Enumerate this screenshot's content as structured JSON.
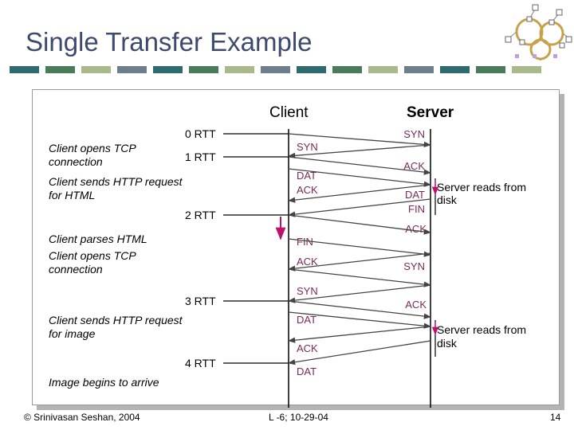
{
  "slide": {
    "title": "Single Transfer Example",
    "page_number": "14"
  },
  "footer": {
    "left": "© Srinivasan Seshan, 2004",
    "center": "L -6; 10-29-04"
  },
  "colors": {
    "title": "#3d4a6b",
    "colorbar": [
      "#2e6b6e",
      "#4a7c5c",
      "#aab98a",
      "#6d7f8c",
      "#2e6b6e",
      "#4a7c5c",
      "#aab98a",
      "#6d7f8c",
      "#2e6b6e",
      "#4a7c5c",
      "#aab98a",
      "#6d7f8c",
      "#2e6b6e",
      "#4a7c5c",
      "#aab98a"
    ],
    "message_label": "#7a2a5a",
    "arrow": "#444444",
    "wait_arrow": "#c0106a"
  },
  "diagram": {
    "client_heading": "Client",
    "server_heading": "Server",
    "rtt_labels": [
      "0 RTT",
      "1 RTT",
      "2 RTT",
      "3 RTT",
      "4 RTT"
    ],
    "client_notes": [
      [
        "Client opens TCP",
        "connection"
      ],
      [
        "Client sends HTTP request",
        "for HTML"
      ],
      [
        "Client parses HTML",
        "Client opens TCP",
        "connection"
      ],
      [
        "Client sends HTTP request",
        "for image"
      ],
      [
        "Image begins to arrive"
      ]
    ],
    "server_notes": [
      [
        "Server reads from",
        "disk"
      ],
      [
        "Server reads from",
        "disk"
      ]
    ],
    "client_side_labels": [
      "SYN",
      "DAT",
      "ACK",
      "FIN",
      "ACK",
      "SYN",
      "DAT",
      "ACK",
      "DAT"
    ],
    "server_side_labels": [
      "SYN",
      "ACK",
      "DAT",
      "FIN",
      "ACK",
      "SYN",
      "ACK"
    ]
  }
}
